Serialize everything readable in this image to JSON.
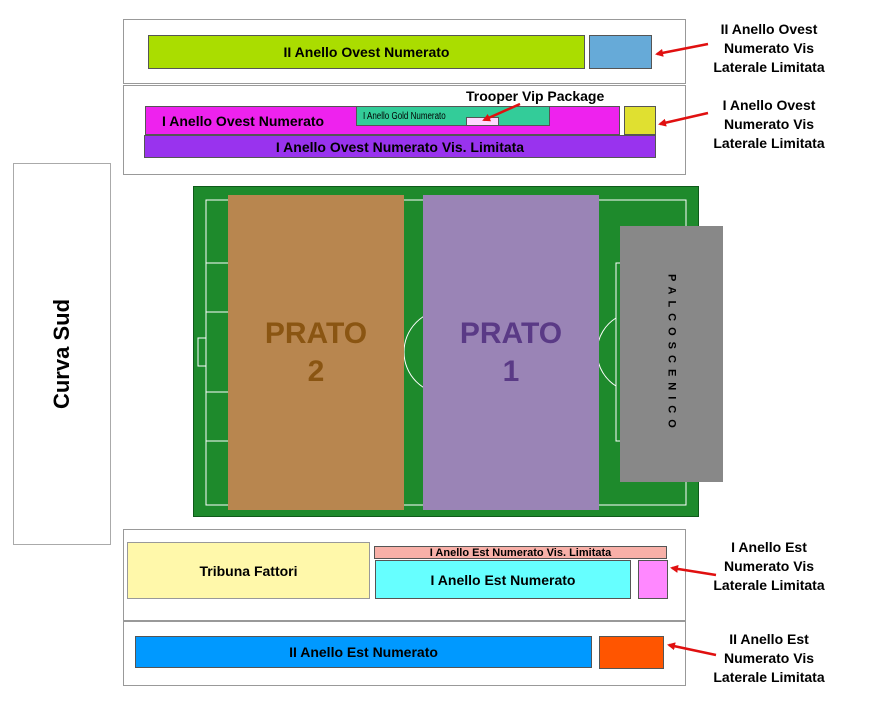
{
  "sections": {
    "anello2_ovest": "II Anello Ovest Numerato",
    "anello1_ovest": "I Anello Ovest Numerato",
    "anello1_gold": "I Anello Gold Numerato",
    "trooper_vip": "Trooper Vip Package",
    "anello1_ovest_vis": "I Anello Ovest Numerato Vis. Limitata",
    "curva_sud": "Curva Sud",
    "prato2": [
      "PRATO",
      "2"
    ],
    "prato1": [
      "PRATO",
      "1"
    ],
    "palcoscenico": "PALCOSCENICO",
    "tribuna_fattori": "Tribuna Fattori",
    "anello1_est_vis": "I Anello Est Numerato Vis. Limitata",
    "anello1_est": "I Anello Est Numerato",
    "anello2_est": "II Anello Est Numerato"
  },
  "callouts": {
    "anello2_ovest_lat": [
      "II Anello Ovest",
      "Numerato Vis",
      "Laterale Limitata"
    ],
    "anello1_ovest_lat": [
      "I Anello Ovest",
      "Numerato Vis",
      "Laterale Limitata"
    ],
    "anello1_est_lat": [
      "I Anello Est",
      "Numerato Vis",
      "Laterale Limitata"
    ],
    "anello2_est_lat": [
      "II Anello Est",
      "Numerato Vis",
      "Laterale Limitata"
    ]
  },
  "colors": {
    "anello2_ovest": "#aadd00",
    "anello2_ovest_lat": "#66aad8",
    "anello1_ovest": "#ee22ee",
    "anello1_gold": "#33cc99",
    "anello1_ovest_lat": "#e0e030",
    "anello1_ovest_vis": "#9933ee",
    "prato2": "#b8864f",
    "prato2_text": "#8a5512",
    "prato1": "#9a84b6",
    "prato1_text": "#5a3a86",
    "palcoscenico": "#888888",
    "field": "#1e8a2c",
    "tribuna_fattori": "#fff8aa",
    "anello1_est_vis": "#f8b0a8",
    "anello1_est": "#66ffff",
    "anello1_est_lat": "#ff88ff",
    "anello2_est": "#0099ff",
    "anello2_est_lat": "#ff5500",
    "arrow": "#e01010"
  }
}
